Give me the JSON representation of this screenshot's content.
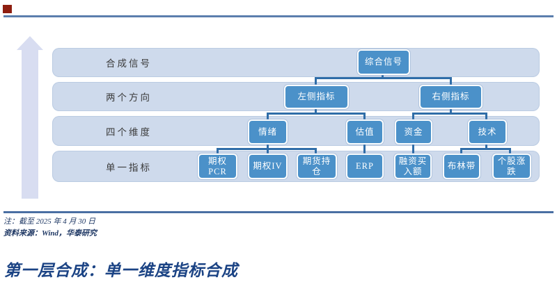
{
  "diagram": {
    "description_colors": {
      "accent_red": "#8E1E10",
      "rule_blue": "#5B7EAD",
      "band_fill": "#CEDAEC",
      "node_fill": "#4B91C9",
      "connector_blue": "#2F6DA8",
      "arrow_fill": "#D8DDF1",
      "note_navy": "#1F3864",
      "title_blue": "#1B4384"
    },
    "levels": [
      {
        "row_label": "合成信号",
        "nodes": [
          {
            "label": "综合信号"
          }
        ]
      },
      {
        "row_label": "两个方向",
        "nodes": [
          {
            "label": "左侧指标"
          },
          {
            "label": "右侧指标"
          }
        ]
      },
      {
        "row_label": "四个维度",
        "nodes": [
          {
            "label": "情绪"
          },
          {
            "label": "估值"
          },
          {
            "label": "资金"
          },
          {
            "label": "技术"
          }
        ]
      },
      {
        "row_label": "单一指标",
        "nodes": [
          {
            "label": "期权\nPCR"
          },
          {
            "label": "期权IV"
          },
          {
            "label": "期货持\n仓"
          },
          {
            "label": "ERP"
          },
          {
            "label": "融资买\n入额"
          },
          {
            "label": "布林带"
          },
          {
            "label": "个股涨\n跌"
          }
        ]
      }
    ]
  },
  "footer": {
    "note_line1": "注：截至 2025 年 4 月 30 日",
    "note_line2": "资料来源：Wind，华泰研究",
    "title": "第一层合成：单一维度指标合成"
  }
}
